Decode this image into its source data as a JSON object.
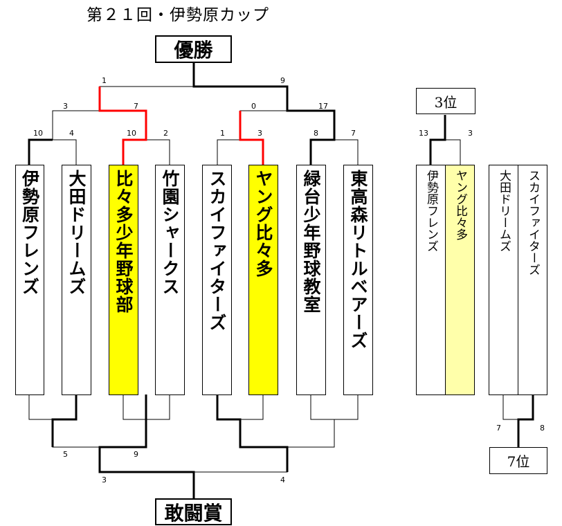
{
  "title": "第２１回・伊勢原カップ",
  "champion_label": "優勝",
  "consolation_label": "敢闘賞",
  "third_label": "3位",
  "seventh_label": "7位",
  "teams": [
    "伊勢原フレンズ",
    "大田ドリームズ",
    "比々多少年野球部",
    "竹園シャークス",
    "スカイファイターズ",
    "ヤング比々多",
    "緑台少年野球教室",
    "東高森リトルベアーズ"
  ],
  "third_place_teams": [
    "伊勢原フレンズ",
    "ヤング比々多"
  ],
  "seventh_place_teams": [
    "大田ドリームズ",
    "スカイファイターズ"
  ],
  "scores": {
    "top_r1": [
      "10",
      "4",
      "10",
      "2",
      "1",
      "3",
      "8",
      "7"
    ],
    "top_r2": [
      "3",
      "7",
      "0",
      "17"
    ],
    "top_final": [
      "1",
      "9"
    ],
    "bottom_r2": [
      "5",
      "9"
    ],
    "bottom_final": [
      "3",
      "4"
    ],
    "third": [
      "13",
      "3"
    ],
    "seventh": [
      "7",
      "8"
    ]
  },
  "colors": {
    "highlight": "#ffff00",
    "highlight_light": "#ffffaa",
    "winner_path": "#ff0000"
  }
}
